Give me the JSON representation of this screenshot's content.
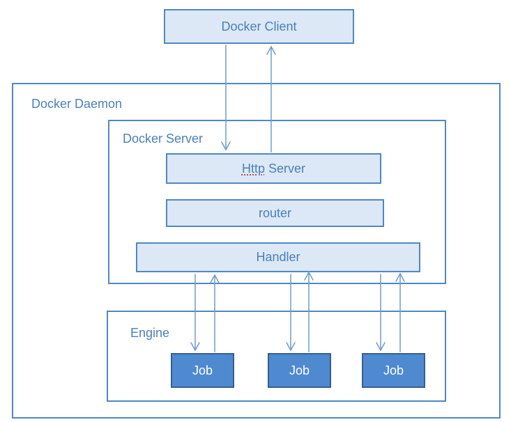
{
  "diagram": {
    "client": {
      "label": "Docker Client"
    },
    "daemon": {
      "label": "Docker Daemon"
    },
    "server": {
      "label": "Docker Server",
      "http_server_word1": "Http",
      "http_server_word2": " Server",
      "router": "router",
      "handler": "Handler"
    },
    "engine": {
      "label": "Engine",
      "jobs": [
        "Job",
        "Job",
        "Job"
      ]
    },
    "colors": {
      "border": "#4f87c6",
      "light_fill": "#dce8f5",
      "job_fill": "#4f8ad0",
      "text": "#4a7fbe",
      "arrow": "#6e9bd1"
    }
  }
}
